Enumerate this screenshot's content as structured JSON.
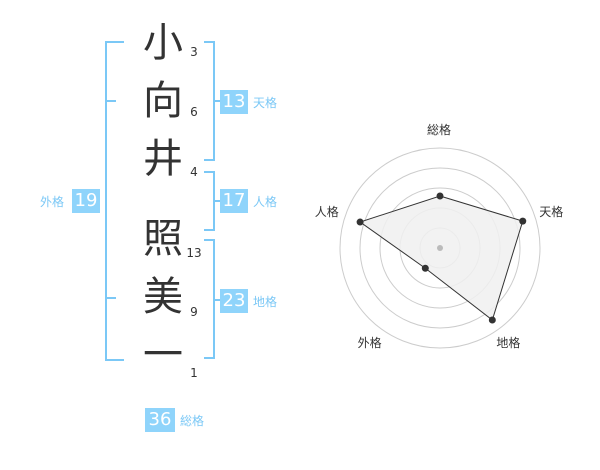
{
  "colors": {
    "accent": "#8fd4fb",
    "bracket": "#7bc8f6",
    "text": "#333333",
    "grid": "#cccccc",
    "polygon_fill": "#f0f0f0",
    "polygon_stroke": "#333333"
  },
  "name": {
    "characters": [
      {
        "char": "小",
        "strokes": "3"
      },
      {
        "char": "向",
        "strokes": "6"
      },
      {
        "char": "井",
        "strokes": "4"
      },
      {
        "char": "照",
        "strokes": "13"
      },
      {
        "char": "美",
        "strokes": "9"
      },
      {
        "char": "一",
        "strokes": "1"
      }
    ]
  },
  "fortunes": {
    "tenkaku": {
      "value": "13",
      "label": "天格"
    },
    "jinkaku": {
      "value": "17",
      "label": "人格"
    },
    "chikaku": {
      "value": "23",
      "label": "地格"
    },
    "gaikaku": {
      "value": "19",
      "label": "外格"
    },
    "soukaku": {
      "value": "36",
      "label": "総格"
    }
  },
  "chart_data": {
    "type": "radar",
    "axes": [
      "総格",
      "天格",
      "地格",
      "外格",
      "人格"
    ],
    "values": [
      0.52,
      0.87,
      0.89,
      0.25,
      0.84
    ],
    "range": [
      0,
      1
    ],
    "rings": 5
  }
}
